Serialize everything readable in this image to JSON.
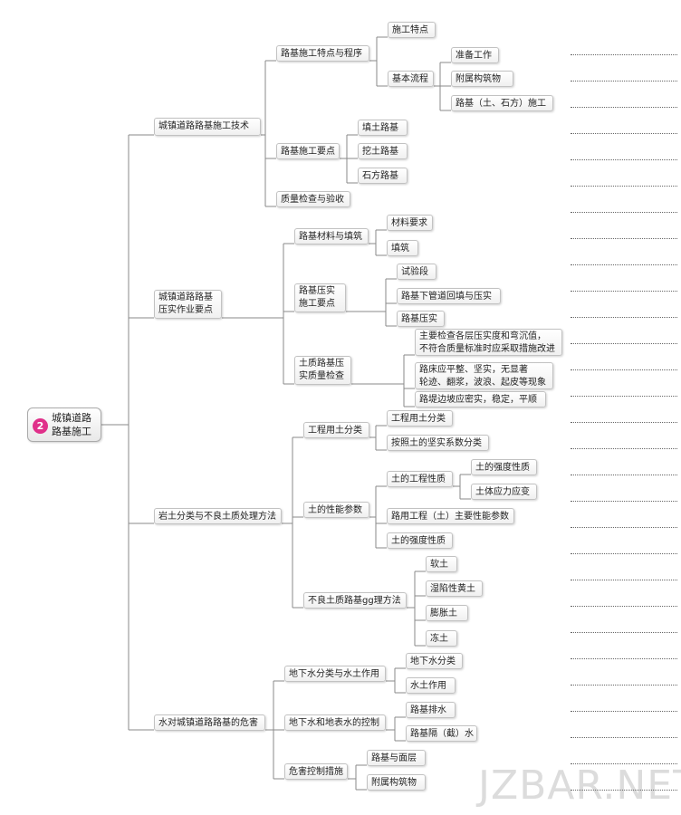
{
  "root": {
    "badge": "2",
    "label": "城镇道路\n路基施工"
  },
  "branches": [
    {
      "label": "城镇道路路基施工技术",
      "children": [
        {
          "label": "路基施工特点与程序",
          "children": [
            {
              "label": "施工特点",
              "children": []
            },
            {
              "label": "基本流程",
              "children": [
                {
                  "label": "准备工作"
                },
                {
                  "label": "附属构筑物"
                },
                {
                  "label": "路基（土、石方）施工"
                }
              ]
            }
          ]
        },
        {
          "label": "路基施工要点",
          "children": [
            {
              "label": "填土路基"
            },
            {
              "label": "挖土路基"
            },
            {
              "label": "石方路基"
            }
          ]
        },
        {
          "label": "质量检查与验收",
          "children": []
        }
      ]
    },
    {
      "label": "城镇道路路基\n压实作业要点",
      "children": [
        {
          "label": "路基材料与填筑",
          "children": [
            {
              "label": "材料要求"
            },
            {
              "label": "填筑"
            }
          ]
        },
        {
          "label": "路基压实\n施工要点",
          "children": [
            {
              "label": "试验段"
            },
            {
              "label": "路基下管道回填与压实"
            },
            {
              "label": "路基压实"
            }
          ]
        },
        {
          "label": "土质路基压\n实质量检查",
          "children": [
            {
              "label": "主要检查各层压实度和弯沉值，\n不符合质量标准时应采取措施改进"
            },
            {
              "label": "路床应平整、坚实，无显著\n轮迹、翻浆，波浪、起皮等现象"
            },
            {
              "label": "路堤边坡应密实，稳定，平顺"
            }
          ]
        }
      ]
    },
    {
      "label": "岩土分类与不良土质处理方法",
      "children": [
        {
          "label": "工程用土分类",
          "children": [
            {
              "label": "工程用土分类"
            },
            {
              "label": "按照土的坚实系数分类"
            }
          ]
        },
        {
          "label": "土的性能参数",
          "children": [
            {
              "label": "土的工程性质",
              "children": [
                {
                  "label": "土的强度性质"
                },
                {
                  "label": "土体应力应变"
                }
              ]
            },
            {
              "label": "路用工程（土）主要性能参数"
            },
            {
              "label": "土的强度性质"
            }
          ]
        },
        {
          "label": "不良土质路基gg理方法",
          "children": [
            {
              "label": "软土"
            },
            {
              "label": "湿陷性黄土"
            },
            {
              "label": "膨胀土"
            },
            {
              "label": "冻土"
            }
          ]
        }
      ]
    },
    {
      "label": "水对城镇道路路基的危害",
      "children": [
        {
          "label": "地下水分类与水土作用",
          "children": [
            {
              "label": "地下水分类"
            },
            {
              "label": "水土作用"
            }
          ]
        },
        {
          "label": "地下水和地表水的控制",
          "children": [
            {
              "label": "路基排水"
            },
            {
              "label": "路基隔（截）水"
            }
          ]
        },
        {
          "label": "危害控制措施",
          "children": [
            {
              "label": "路基与面层"
            },
            {
              "label": "附属构筑物"
            }
          ]
        }
      ]
    }
  ],
  "watermark": "JZBAR.NET"
}
